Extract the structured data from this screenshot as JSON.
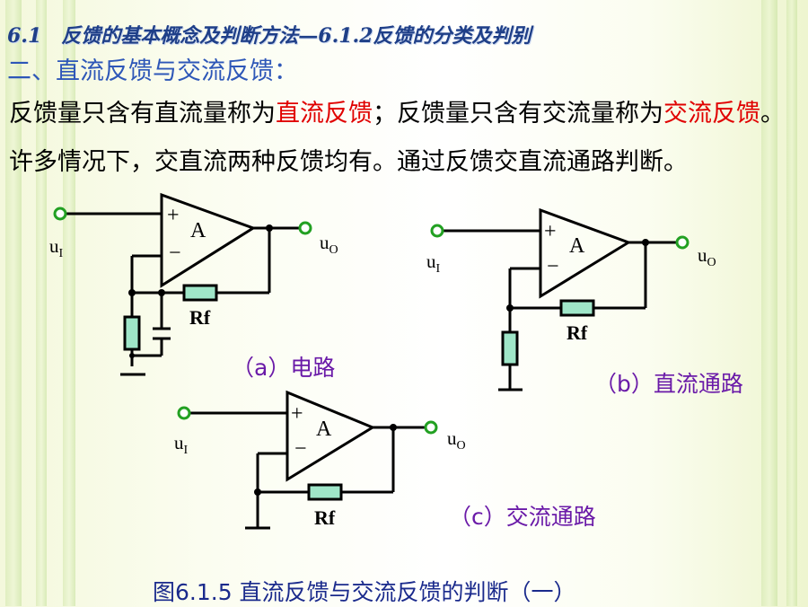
{
  "title": "6.1　反馈的基本概念及判断方法—6.1.2反馈的分类及判别",
  "heading": "二、直流反馈与交流反馈：",
  "paragraph": {
    "p1": "反馈量只含有直流量称为",
    "dc_term": "直流反馈",
    "p2": "；反馈量只含有交流量称为",
    "ac_term": "交流反馈",
    "p3": "。许多情况下，交直流两种反馈均有。通过反馈交直流通路判断。"
  },
  "circuit_labels": {
    "opamp": "A",
    "plus": "+",
    "minus": "−",
    "resistor_rf": "Rf",
    "input_u": "u",
    "input_sub": "I",
    "output_u": "u",
    "output_sub": "O"
  },
  "captions": {
    "a": "（a）电路",
    "b": "（b）直流通路",
    "c": "（c）交流通路",
    "figure": "图6.1.5 直流反馈与交流反馈的判断（一）"
  },
  "colors": {
    "title": "#1f3f88",
    "heading": "#2e57b8",
    "highlight": "#e00000",
    "caption": "#6a1aa8",
    "node": "#22a022",
    "resistor": "#9fe6c8",
    "figure_caption": "#1a2a8c"
  }
}
